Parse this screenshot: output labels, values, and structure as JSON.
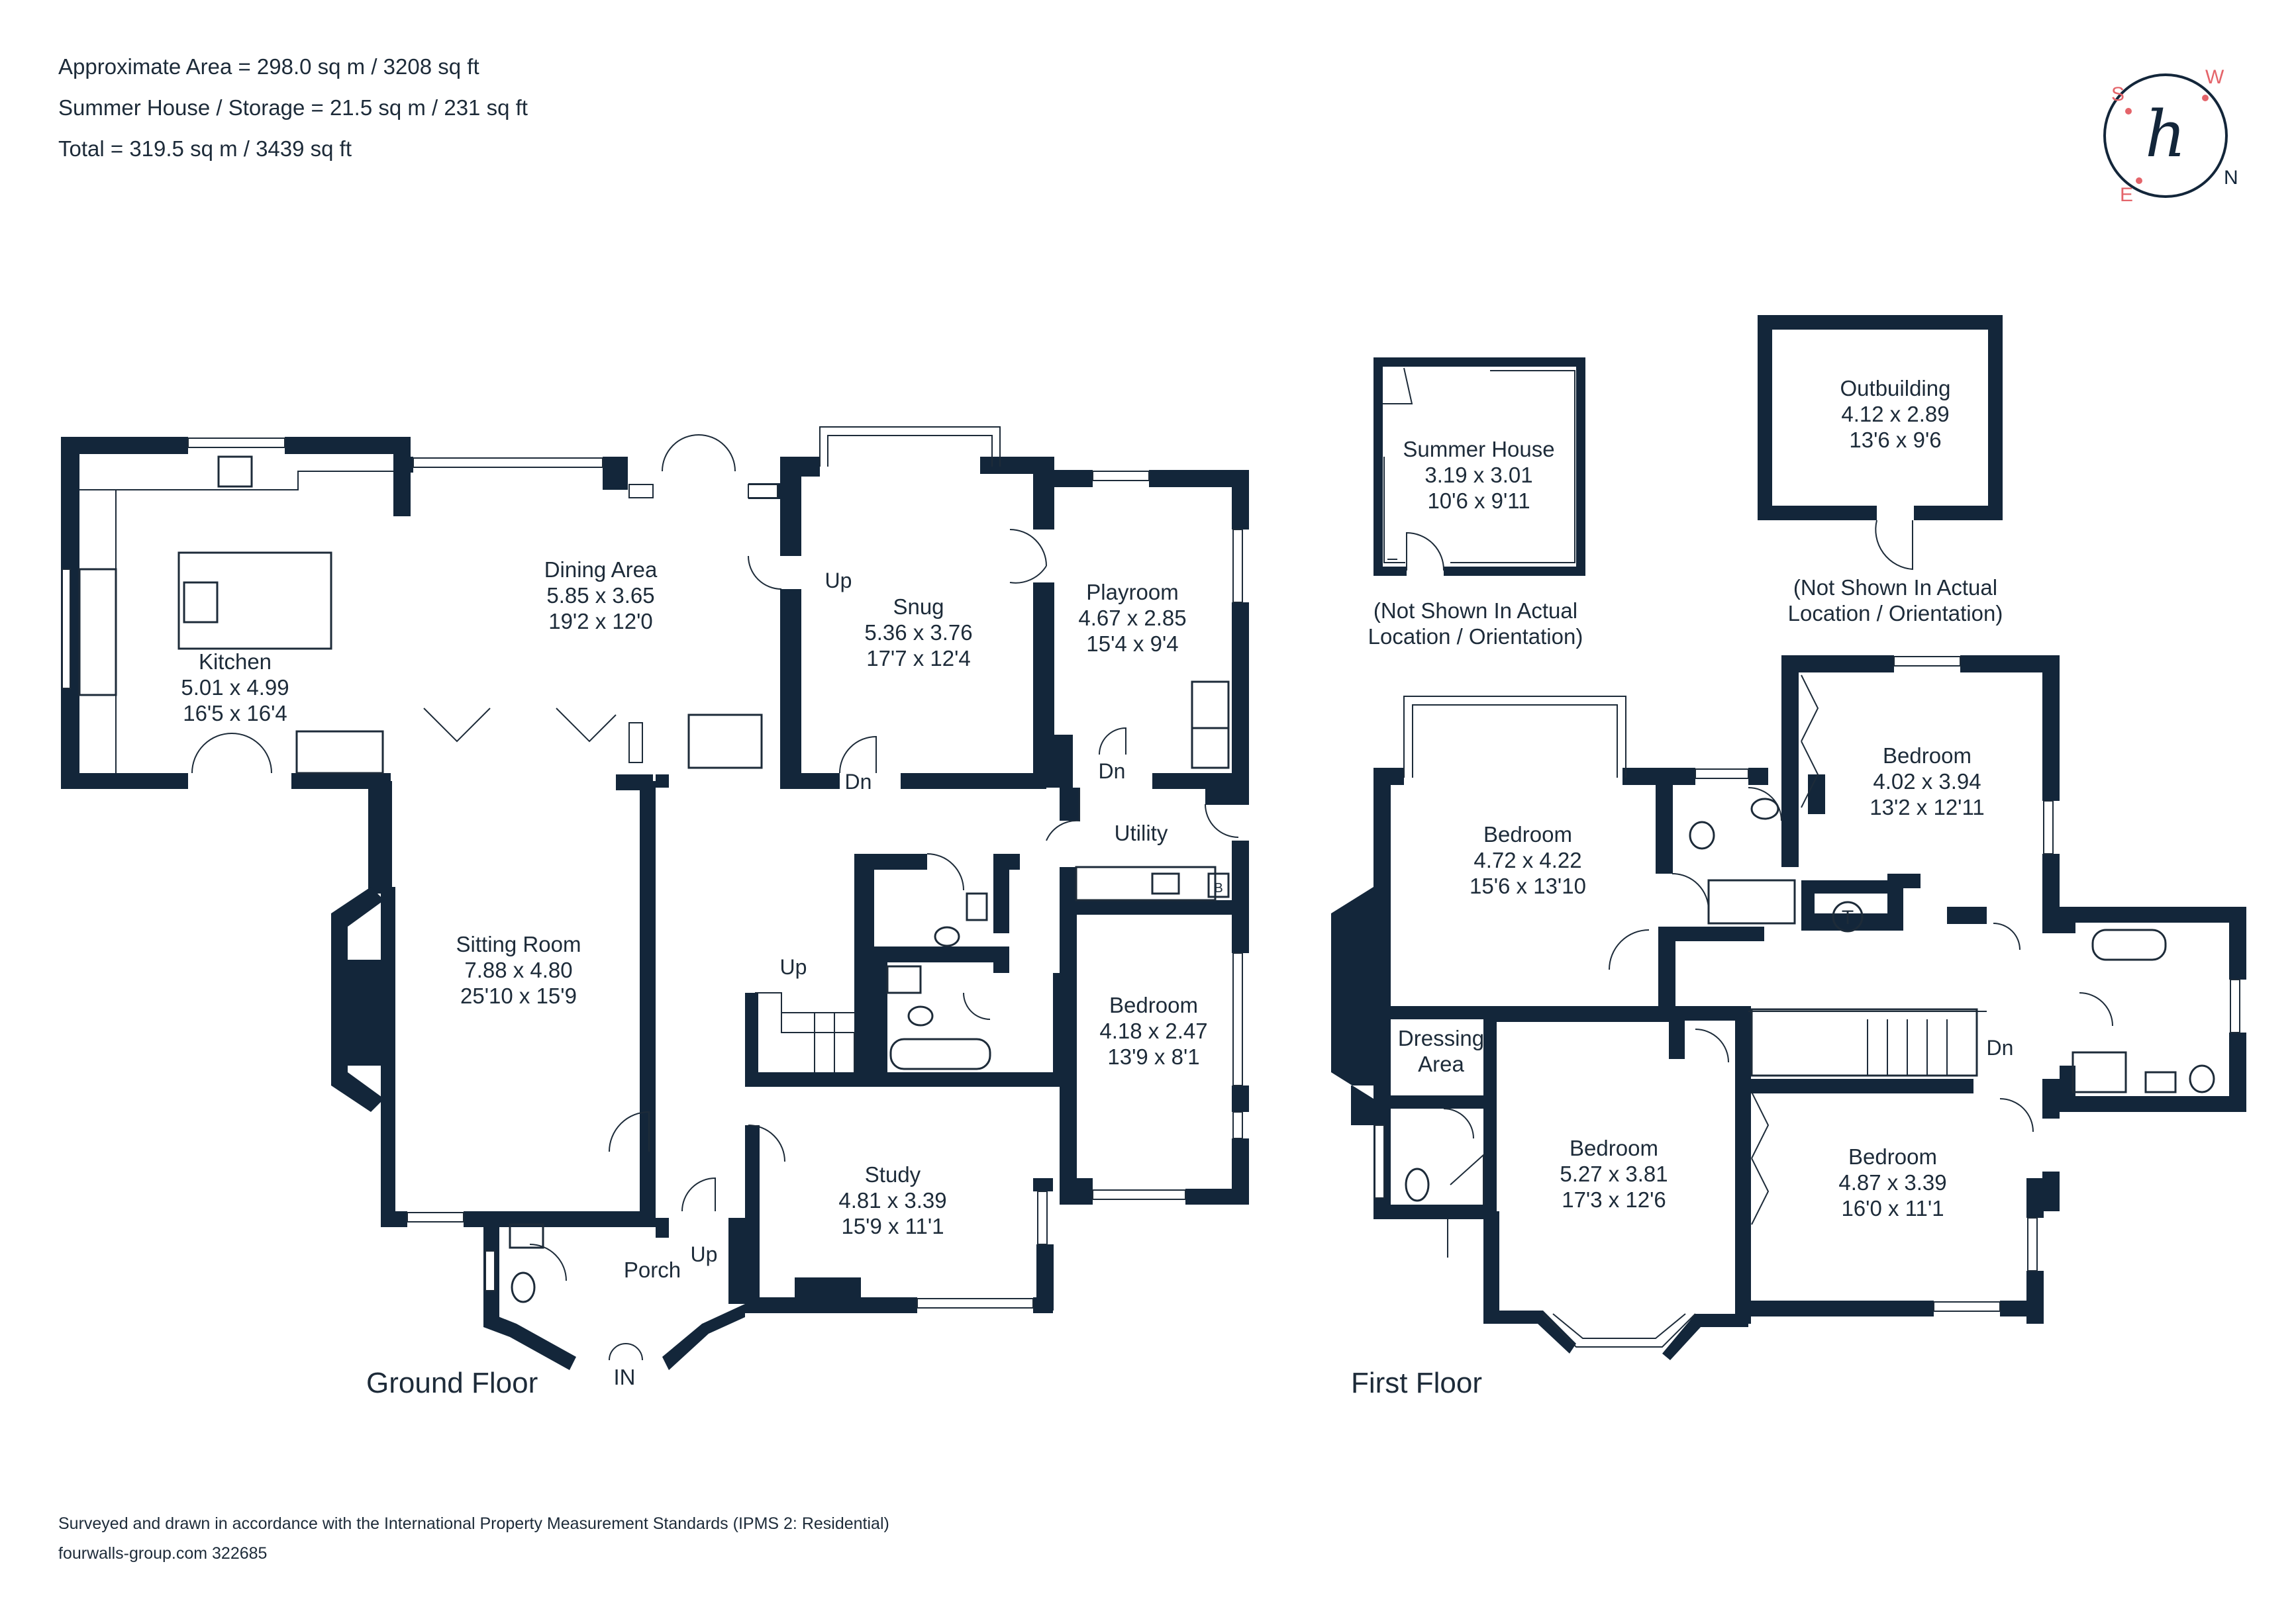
{
  "colors": {
    "ink": "#13263a",
    "text": "#1d2b39",
    "accent": "#e4646a",
    "background": "#ffffff"
  },
  "area_summary": [
    "Approximate Area = 298.0 sq m / 3208 sq ft",
    "Summer House / Storage = 21.5 sq m / 231 sq ft",
    "Total = 319.5 sq m / 3439 sq ft"
  ],
  "compass": {
    "s": "S",
    "w": "W",
    "e": "E",
    "n": "N",
    "logo_letter": "h"
  },
  "ground_floor": {
    "title": "Ground Floor",
    "entrance": "IN",
    "rooms": [
      {
        "name": "Kitchen",
        "metric": "5.01 x 4.99",
        "imperial": "16'5 x 16'4"
      },
      {
        "name": "Dining Area",
        "metric": "5.85 x 3.65",
        "imperial": "19'2 x 12'0"
      },
      {
        "name": "Snug",
        "metric": "5.36 x 3.76",
        "imperial": "17'7 x 12'4"
      },
      {
        "name": "Playroom",
        "metric": "4.67 x 2.85",
        "imperial": "15'4 x 9'4"
      },
      {
        "name": "Sitting Room",
        "metric": "7.88 x 4.80",
        "imperial": "25'10 x 15'9"
      },
      {
        "name": "Bedroom",
        "metric": "4.18 x 2.47",
        "imperial": "13'9 x 8'1"
      },
      {
        "name": "Study",
        "metric": "4.81 x 3.39",
        "imperial": "15'9 x 11'1"
      }
    ],
    "utility": "Utility",
    "porch": "Porch",
    "stairs": {
      "up1": "Up",
      "up2": "Up",
      "up3": "Up",
      "dn1": "Dn",
      "dn2": "Dn"
    },
    "boiler": "B"
  },
  "first_floor": {
    "title": "First Floor",
    "rooms": [
      {
        "name": "Bedroom",
        "metric": "4.72 x 4.22",
        "imperial": "15'6 x 13'10"
      },
      {
        "name": "Bedroom",
        "metric": "4.02 x 3.94",
        "imperial": "13'2 x 12'11"
      },
      {
        "name": "Bedroom",
        "metric": "5.27 x 3.81",
        "imperial": "17'3 x 12'6"
      },
      {
        "name": "Bedroom",
        "metric": "4.87 x 3.39",
        "imperial": "16'0 x 11'1"
      }
    ],
    "dressing": [
      "Dressing",
      "Area"
    ],
    "stairs_dn": "Dn",
    "tank": "T"
  },
  "summer_house": {
    "name": "Summer House",
    "metric": "3.19 x 3.01",
    "imperial": "10'6 x 9'11",
    "note": [
      "(Not Shown In Actual",
      "Location / Orientation)"
    ]
  },
  "outbuilding": {
    "name": "Outbuilding",
    "metric": "4.12 x 2.89",
    "imperial": "13'6 x 9'6",
    "note": [
      "(Not Shown In Actual",
      "Location / Orientation)"
    ]
  },
  "footer": [
    "Surveyed and drawn in accordance with the International Property Measurement Standards (IPMS 2: Residential)",
    "fourwalls-group.com 322685"
  ]
}
